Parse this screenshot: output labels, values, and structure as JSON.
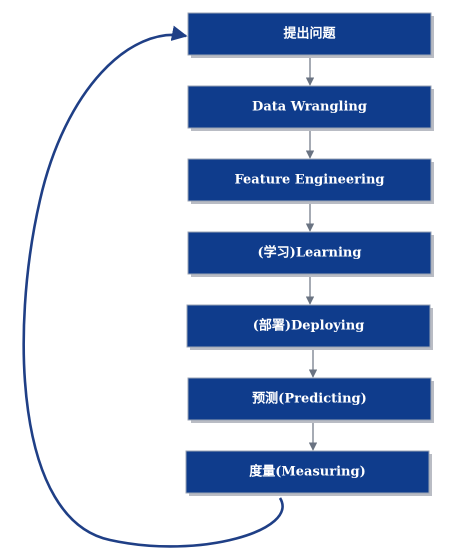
{
  "diagram": {
    "steps": [
      {
        "label": "提出问题"
      },
      {
        "label": "Data Wrangling"
      },
      {
        "label": "Feature Engineering"
      },
      {
        "label": "(学习)Learning"
      },
      {
        "label": "(部署)Deploying"
      },
      {
        "label": "预测(Predicting)"
      },
      {
        "label": "度量(Measuring)"
      }
    ],
    "colors": {
      "box_fill": "#0f3c8c",
      "box_border": "#9aa3b5",
      "box_shadow": "#b9bcc4",
      "arrow": "#6a7382",
      "loop": "#1f3f86",
      "text": "#ffffff"
    }
  }
}
